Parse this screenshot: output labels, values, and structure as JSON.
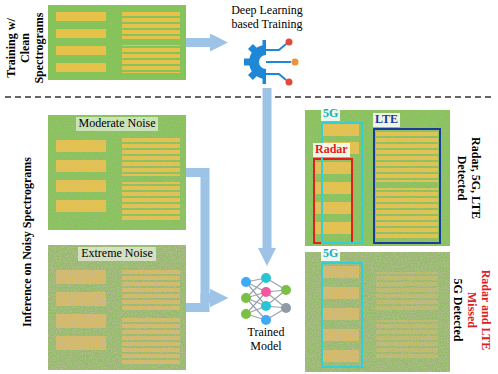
{
  "diagram": {
    "nodes": [
      {
        "text": [
          "Training w/ Clean Spectrograms"
        ]
      },
      {
        "text": [
          "Deep Learning based Training"
        ]
      },
      {
        "text": [
          "Moderate Noise"
        ]
      },
      {
        "text": [
          "Extreme Noise"
        ]
      },
      {
        "text": [
          "Trained Model"
        ]
      },
      {
        "text": [
          "Radar, 5G, LTE Detected"
        ]
      },
      {
        "text": [
          "Radar"
        ],
        "in": 5
      },
      {
        "text": [
          "5G"
        ],
        "in": 5
      },
      {
        "text": [
          "LTE"
        ],
        "in": 5
      },
      {
        "text": [
          "5G Detected",
          "Radar and LTE Missed"
        ]
      },
      {
        "text": [
          "5G"
        ],
        "in": 9
      }
    ],
    "edges": [
      {
        "from": 0,
        "to": 1,
        "arrow": "to"
      },
      {
        "from": 1,
        "to": 4,
        "arrow": "to"
      },
      {
        "from": 2,
        "to": 4,
        "arrow": "to"
      },
      {
        "from": 3,
        "to": 4,
        "arrow": "to"
      }
    ],
    "labels": [
      "Inference on Noisy Spectrograms"
    ]
  }
}
